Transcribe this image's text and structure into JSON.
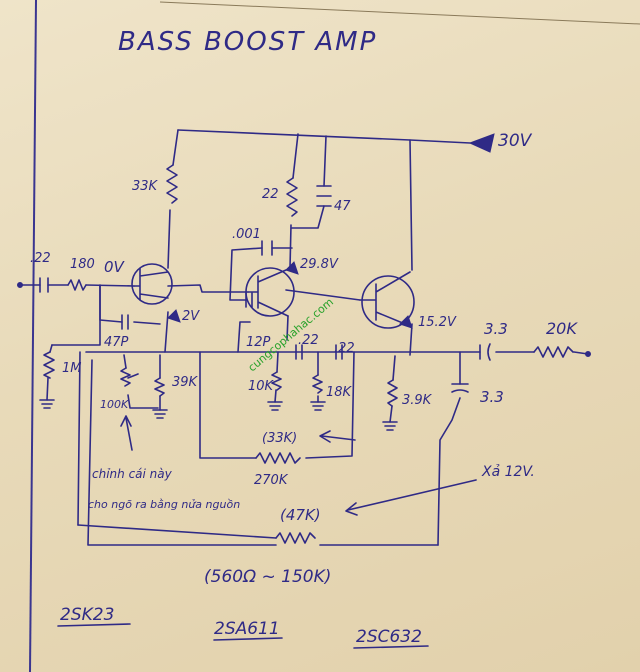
{
  "title": "BASS BOOST AMP",
  "supply": "30V",
  "watermark": "cungcophahac.com",
  "colors": {
    "ink": "#2f2a86",
    "paper": "#e9dcc0",
    "watermark": "#28a22a"
  },
  "components": {
    "c_in": ".22",
    "r_in": "180",
    "node_gate": "0V",
    "r_1m": "1M",
    "r_33k": "33K",
    "r_22": "22",
    "c_47": "47",
    "c_001": ".001",
    "node_q2": "29.8V",
    "node_q1": "2V",
    "c_47p": "47P",
    "c_12p": "12P",
    "node_out": "15.2V",
    "c_022a": ".22",
    "c_022b": ".22",
    "r_10k": "10K",
    "r_18k": "18K",
    "r_3_9k": "3.9K",
    "pot_100k": "100K",
    "r_39k": "39K",
    "r_33k_paren": "(33K)",
    "r_270k": "270K",
    "c_out": "3.3",
    "r_out": "20K",
    "c_3_3": "3.3",
    "note_xa": "Xả 12V.",
    "note_adjust_1": "chỉnh cái này",
    "note_adjust_2": "cho ngõ ra bằng nửa nguồn",
    "r_47k": "(47K)",
    "range_note": "(560Ω ~ 150K)",
    "part_fet": "2SK23",
    "part_pnp": "2SA611",
    "part_npn": "2SC632"
  }
}
